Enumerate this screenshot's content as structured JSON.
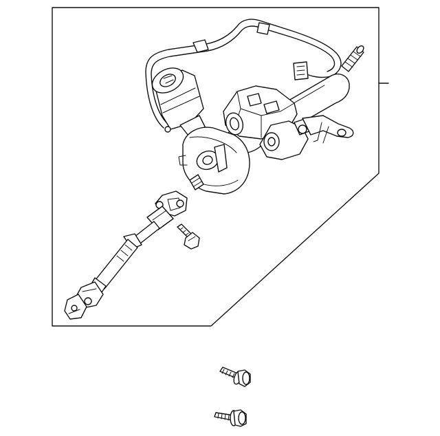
{
  "diagram": {
    "background": "#ffffff",
    "line_color": "#111111",
    "components": [
      {
        "name": "steering-column-assembly",
        "icon": "steering-column-icon"
      },
      {
        "name": "intermediate-shaft",
        "icon": "universal-joint-shaft-icon"
      },
      {
        "name": "column-bolt",
        "icon": "bolt-icon"
      },
      {
        "name": "mounting-bolt-upper",
        "icon": "flange-bolt-icon"
      },
      {
        "name": "mounting-bolt-lower",
        "icon": "flange-bolt-icon"
      }
    ]
  }
}
